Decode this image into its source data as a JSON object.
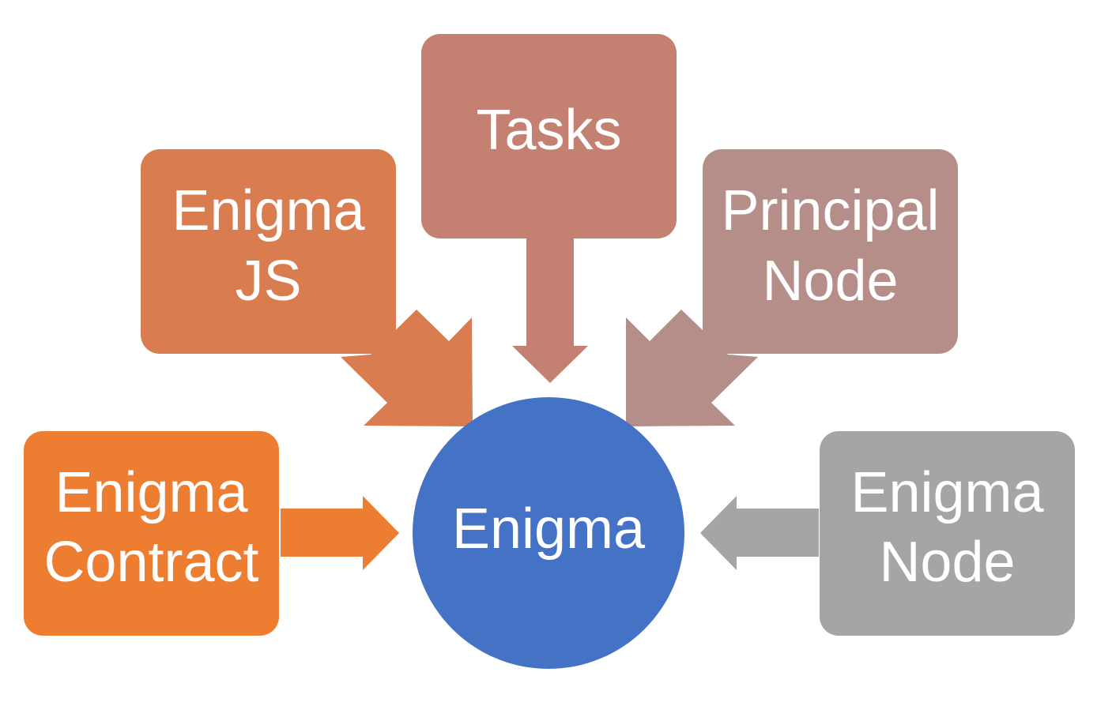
{
  "center": {
    "label": "Enigma",
    "color": "#4472C4"
  },
  "nodes": [
    {
      "id": "enigma-contract",
      "lines": [
        "Enigma",
        "Contract"
      ],
      "color": "#ED7D31"
    },
    {
      "id": "enigma-js",
      "lines": [
        "Enigma",
        "JS"
      ],
      "color": "#D97C50"
    },
    {
      "id": "tasks",
      "lines": [
        "Tasks"
      ],
      "color": "#C48070"
    },
    {
      "id": "principal-node",
      "lines": [
        "Principal",
        "Node"
      ],
      "color": "#B58E89"
    },
    {
      "id": "enigma-node",
      "lines": [
        "Enigma",
        "Node"
      ],
      "color": "#A5A5A5"
    }
  ]
}
